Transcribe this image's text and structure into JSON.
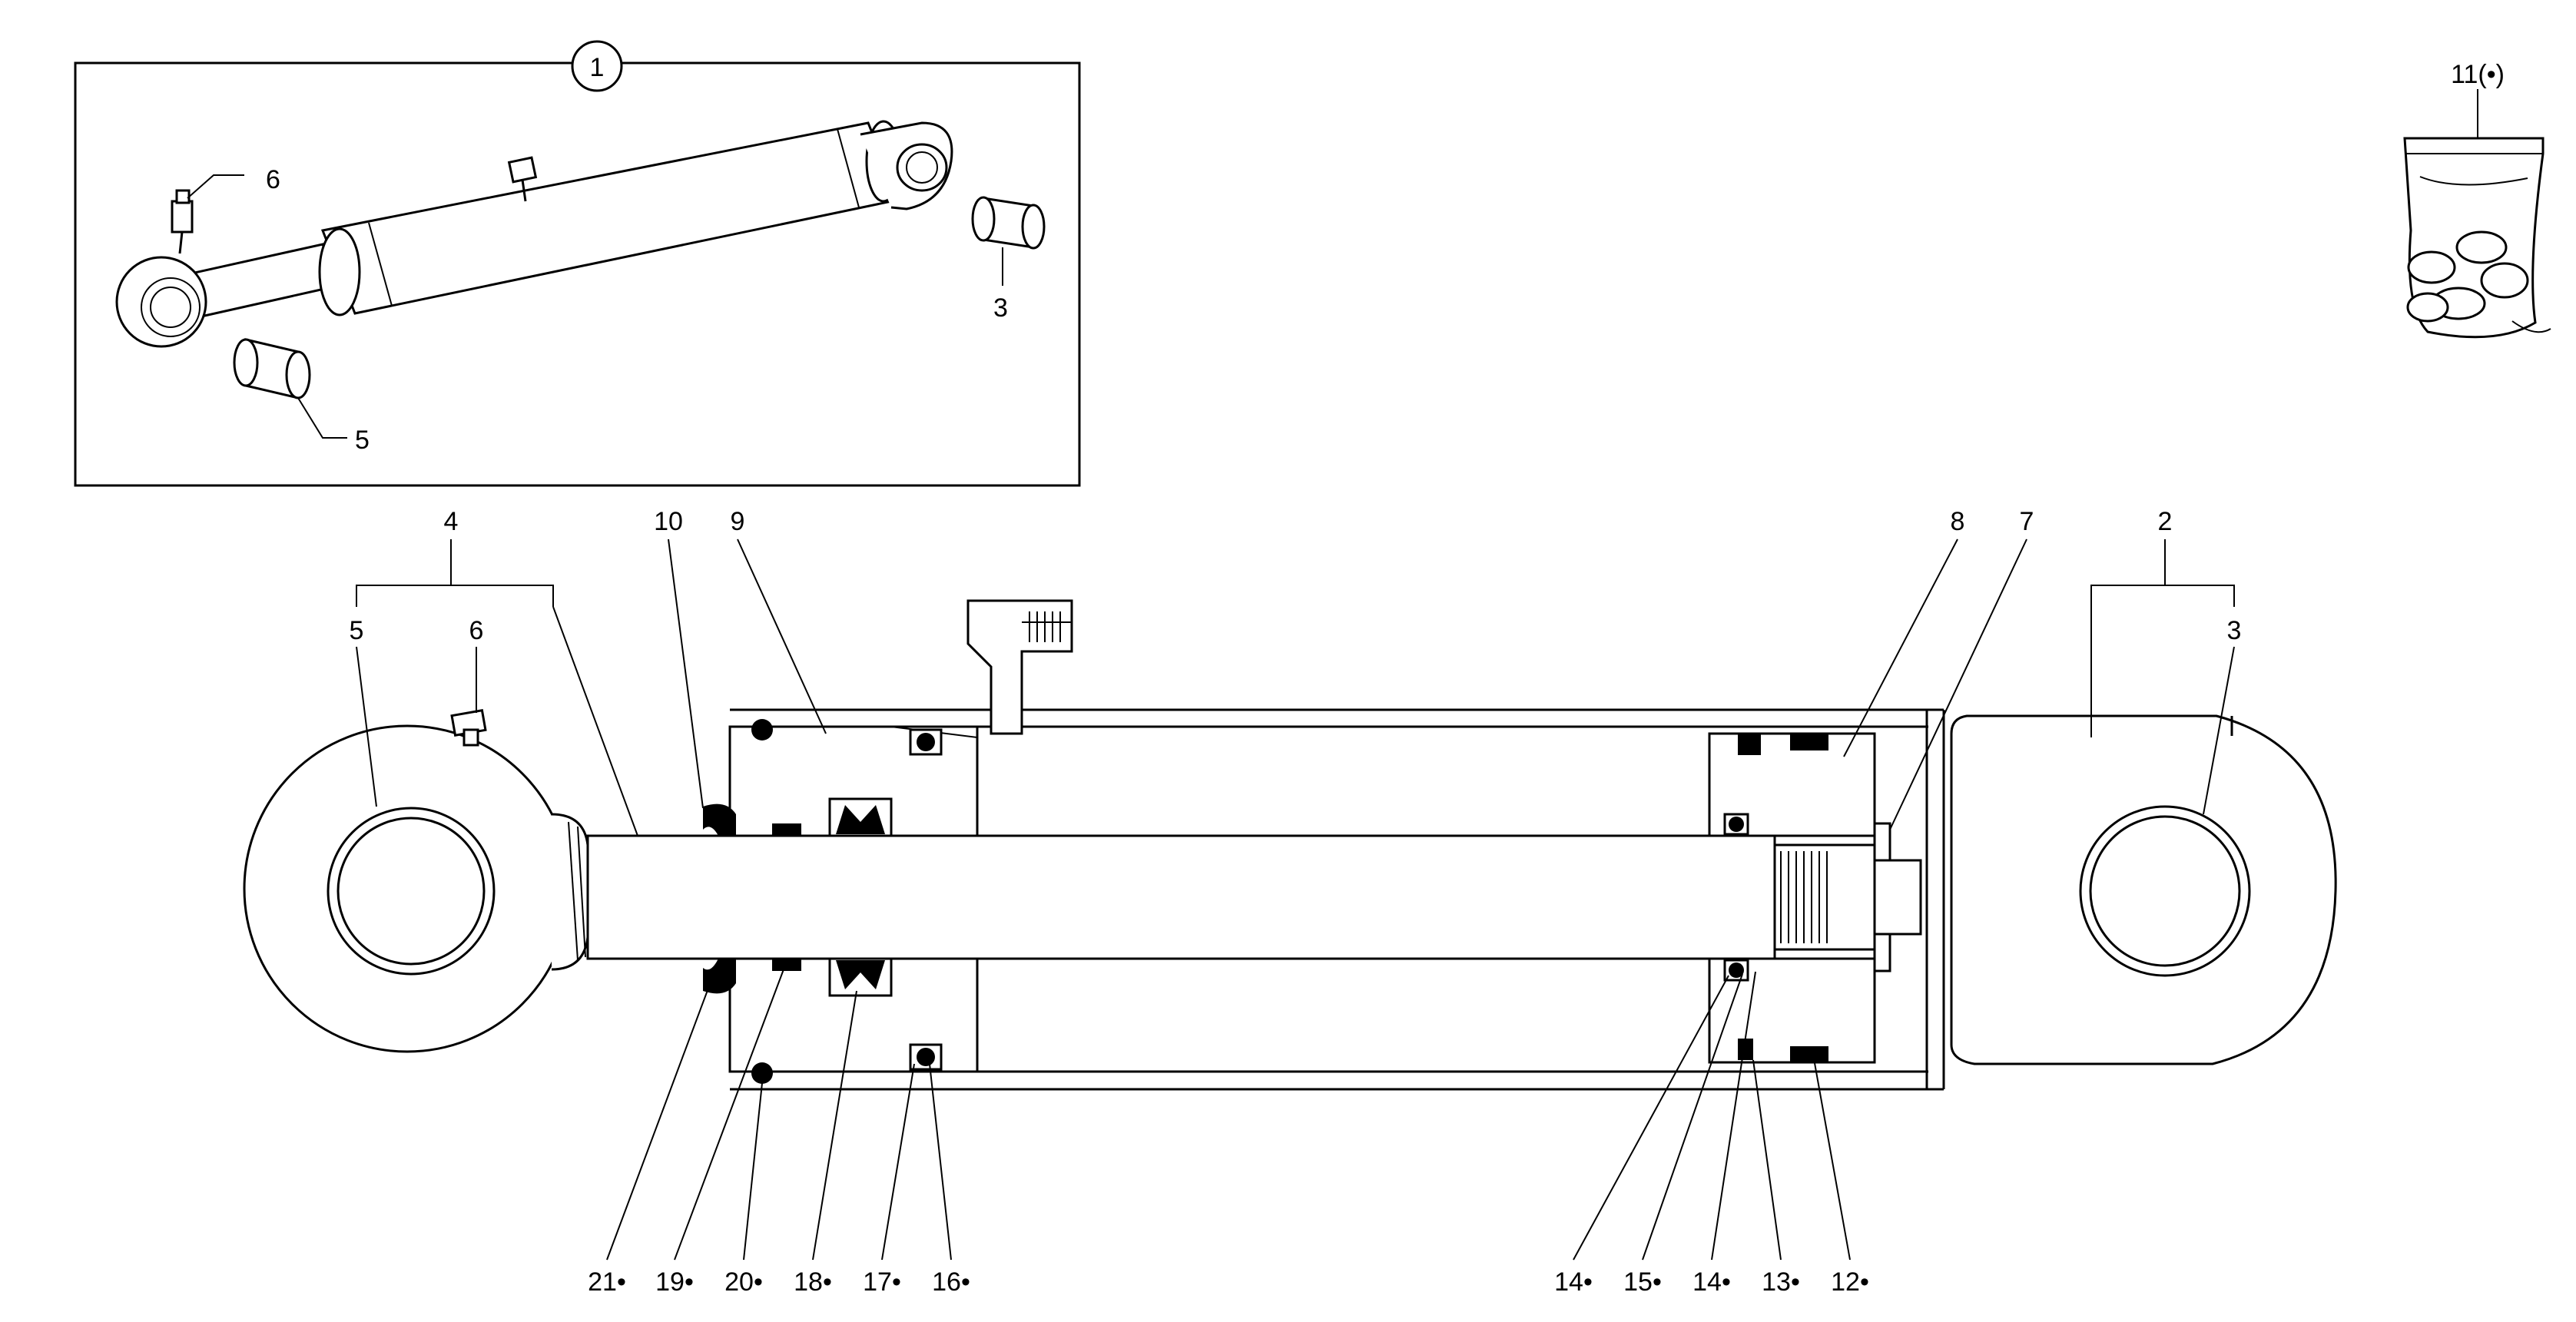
{
  "inset": {
    "assembly_number": "1",
    "callouts": [
      "6",
      "3",
      "5"
    ]
  },
  "kit": {
    "label": "11(•)"
  },
  "top_callouts": {
    "c4": "4",
    "c5": "5",
    "c6": "6",
    "c10": "10",
    "c9": "9",
    "c8": "8",
    "c7": "7",
    "c2": "2",
    "c3": "3"
  },
  "bottom_callouts": [
    "21•",
    "19•",
    "20•",
    "18•",
    "17•",
    "16•",
    "14•",
    "15•",
    "14•",
    "13•",
    "12•"
  ],
  "icons": {
    "grease_nipple": "grease-nipple-icon",
    "seal_kit_bag": "seal-kit-bag-icon"
  }
}
